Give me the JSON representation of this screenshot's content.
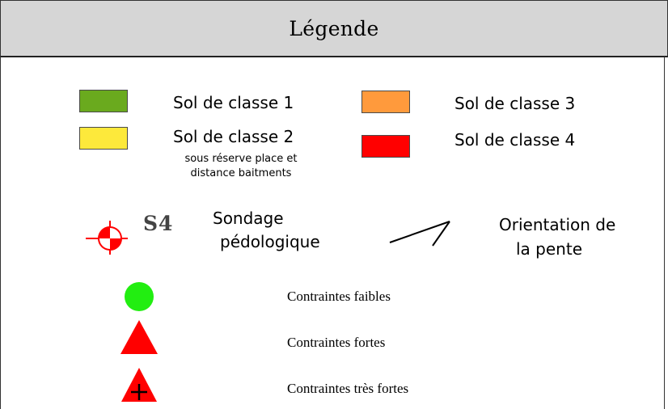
{
  "legend": {
    "title": "Légende",
    "soil_classes": [
      {
        "label": "Sol de classe 1",
        "color": "#6aaa1e"
      },
      {
        "label": "Sol de classe 2",
        "color": "#fde93b",
        "note_line1": "sous réserve place et",
        "note_line2": "distance baitments"
      },
      {
        "label": "Sol de classe 3",
        "color": "#ff9a3c"
      },
      {
        "label": "Sol de classe 4",
        "color": "#ff0000"
      }
    ],
    "sondage": {
      "code": "S4",
      "label_line1": "Sondage",
      "label_line2": "pédologique",
      "icon": "survey-target-icon"
    },
    "slope": {
      "label_line1": "Orientation de",
      "label_line2": "la pente",
      "icon": "slope-arrow-icon"
    },
    "constraints": [
      {
        "label": "Contraintes faibles",
        "icon": "green-circle-icon",
        "color": "#22ee11"
      },
      {
        "label": "Contraintes fortes",
        "icon": "red-triangle-icon",
        "color": "#ff0000"
      },
      {
        "label": "Contraintes très fortes",
        "icon": "red-triangle-plus-icon",
        "color": "#ff0000"
      }
    ]
  }
}
